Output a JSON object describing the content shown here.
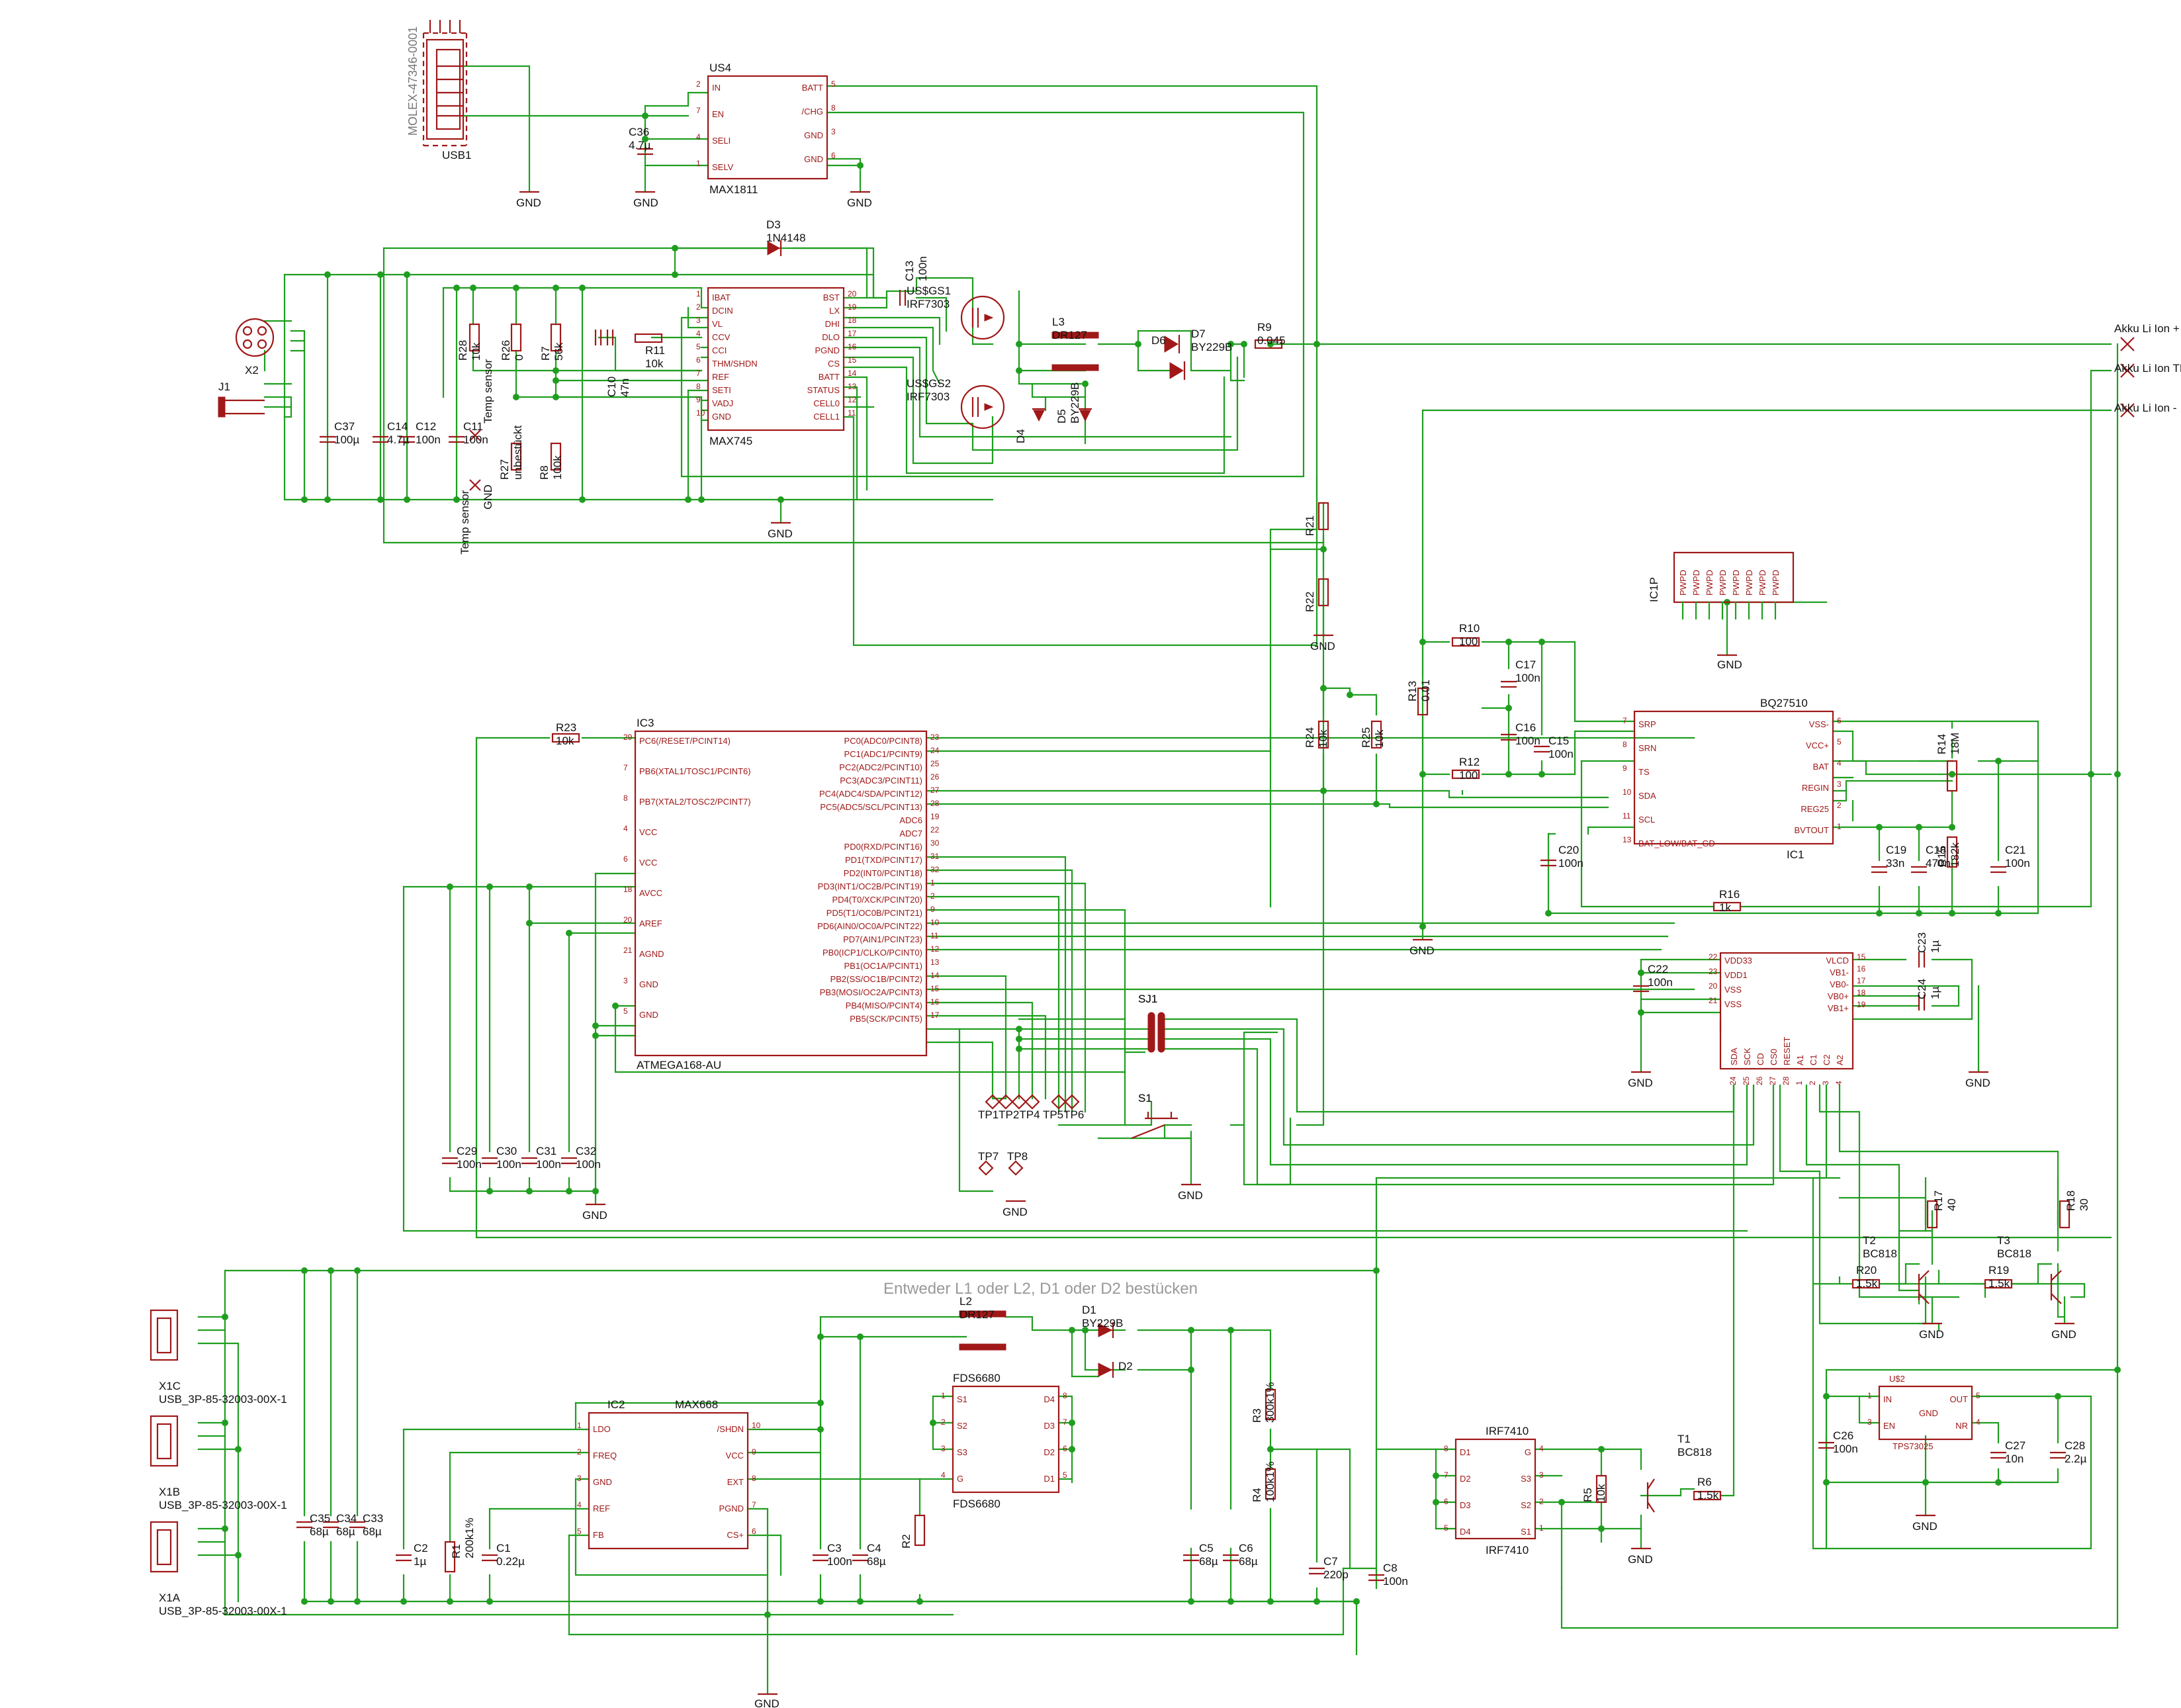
{
  "title": "",
  "note": "Entweder L1 oder L2, D1 oder D2 bestücken",
  "outputs": {
    "plus": "Akku Li Ion +",
    "temp": "Akku Li Ion TEMP",
    "minus": "Akku Li Ion -"
  },
  "chips": {
    "u4": {
      "ref": "US4",
      "part": "MAX1811",
      "left": [
        "IN",
        "EN",
        "SELI",
        "SELV"
      ],
      "lnum": [
        "2",
        "7",
        "4",
        "1"
      ],
      "right": [
        "BATT",
        "/CHG",
        "GND",
        "GND"
      ],
      "rnum": [
        "5",
        "8",
        "3",
        "6"
      ]
    },
    "max745": {
      "ref": "",
      "part": "MAX745",
      "left": [
        "IBAT",
        "DCIN",
        "VL",
        "CCV",
        "CCI",
        "THM/SHDN",
        "REF",
        "SETI",
        "VADJ",
        "GND"
      ],
      "lnum": [
        "1",
        "2",
        "3",
        "4",
        "5",
        "6",
        "7",
        "8",
        "9",
        "10"
      ],
      "right": [
        "BST",
        "LX",
        "DHI",
        "DLO",
        "PGND",
        "CS",
        "BATT",
        "STATUS",
        "CELL0",
        "CELL1"
      ],
      "rnum": [
        "20",
        "19",
        "18",
        "17",
        "16",
        "15",
        "14",
        "13",
        "12",
        "11"
      ]
    },
    "ic3": {
      "ref": "IC3",
      "part": "ATMEGA168-AU",
      "left": [
        "PC6(/RESET/PCINT14)",
        "PB6(XTAL1/TOSC1/PCINT6)",
        "PB7(XTAL2/TOSC2/PCINT7)",
        "VCC",
        "VCC",
        "AVCC",
        "AREF",
        "AGND",
        "GND",
        "GND"
      ],
      "lnum": [
        "29",
        "7",
        "8",
        "4",
        "6",
        "18",
        "20",
        "21",
        "3",
        "5"
      ],
      "right": [
        "PC0(ADC0/PCINT8)",
        "PC1(ADC1/PCINT9)",
        "PC2(ADC2/PCINT10)",
        "PC3(ADC3/PCINT11)",
        "PC4(ADC4/SDA/PCINT12)",
        "PC5(ADC5/SCL/PCINT13)",
        "ADC6",
        "ADC7",
        "PD0(RXD/PCINT16)",
        "PD1(TXD/PCINT17)",
        "PD2(INT0/PCINT18)",
        "PD3(INT1/OC2B/PCINT19)",
        "PD4(T0/XCK/PCINT20)",
        "PD5(T1/OC0B/PCINT21)",
        "PD6(AIN0/OC0A/PCINT22)",
        "PD7(AIN1/PCINT23)",
        "PB0(ICP1/CLKO/PCINT0)",
        "PB1(OC1A/PCINT1)",
        "PB2(SS/OC1B/PCINT2)",
        "PB3(MOSI/OC2A/PCINT3)",
        "PB4(MISO/PCINT4)",
        "PB5(SCK/PCINT5)"
      ],
      "rnum": [
        "23",
        "24",
        "25",
        "26",
        "27",
        "28",
        "19",
        "22",
        "30",
        "31",
        "32",
        "1",
        "2",
        "9",
        "10",
        "11",
        "12",
        "13",
        "14",
        "15",
        "16",
        "17"
      ]
    },
    "bq": {
      "ref": "IC1",
      "part": "BQ27510",
      "left": [
        "SRP",
        "SRN",
        "TS",
        "SDA",
        "SCL",
        "BAT_LOW/BAT_GD"
      ],
      "lnum": [
        "7",
        "8",
        "9",
        "10",
        "11",
        "13"
      ],
      "right": [
        "VSS-",
        "VCC+",
        "BAT",
        "REGIN",
        "REG25",
        "BVTOUT"
      ],
      "rnum": [
        "6",
        "5",
        "4",
        "3",
        "2",
        "1"
      ]
    },
    "ic1p": {
      "ref": "IC1P",
      "pins": [
        "PWPD",
        "PWPD",
        "PWPD",
        "PWPD",
        "PWPD",
        "PWPD",
        "PWPD",
        "PWPD"
      ]
    },
    "pwr": {
      "ref": "",
      "part": "",
      "left": [
        "VDD33",
        "VDD1",
        "VSS",
        "VSS"
      ],
      "lnum": [
        "22",
        "23",
        "20",
        "21"
      ],
      "right": [
        "VLCD",
        "VB1-",
        "VB0-",
        "VB0+",
        "VB1+"
      ],
      "rnum": [
        "15",
        "16",
        "17",
        "18",
        "19"
      ],
      "bottom": [
        "SDA",
        "SCK",
        "CD",
        "CS0",
        "RESET",
        "A1",
        "C1",
        "C2",
        "A2"
      ],
      "bnum": [
        "24",
        "25",
        "26",
        "27",
        "28",
        "1",
        "2",
        "3",
        "4"
      ]
    },
    "ic2": {
      "ref": "IC2",
      "part": "MAX668",
      "left": [
        "LDO",
        "FREQ",
        "GND",
        "REF",
        "FB"
      ],
      "lnum": [
        "1",
        "2",
        "3",
        "4",
        "5"
      ],
      "right": [
        "/SHDN",
        "VCC",
        "EXT",
        "PGND",
        "CS+"
      ],
      "rnum": [
        "10",
        "9",
        "8",
        "7",
        "6"
      ]
    },
    "fds": {
      "ref": "FDS6680",
      "part": "FDS6680",
      "left": [
        "S1",
        "S2",
        "S3",
        "G"
      ],
      "lnum": [
        "1",
        "2",
        "3",
        "4"
      ],
      "right": [
        "D4",
        "D3",
        "D2",
        "D1"
      ],
      "rnum": [
        "8",
        "7",
        "6",
        "5"
      ]
    },
    "irf": {
      "ref": "IRF7410",
      "part": "IRF7410",
      "left": [
        "D1",
        "D2",
        "D3",
        "D4"
      ],
      "lnum": [
        "8",
        "7",
        "6",
        "5"
      ],
      "right": [
        "G",
        "S3",
        "S2",
        "S1"
      ],
      "rnum": [
        "4",
        "3",
        "2",
        "1"
      ]
    },
    "tps": {
      "ref": "U$2",
      "part": "TPS73025",
      "left": [
        "IN",
        "EN"
      ],
      "lnum": [
        "1",
        "3"
      ],
      "right": [
        "OUT",
        "NR"
      ],
      "rnum": [
        "5",
        "4"
      ],
      "mid": "GND"
    }
  },
  "components": [
    {
      "ref": "USB1",
      "value": "MOLEX-47346-0001"
    },
    {
      "ref": "C36",
      "value": "4.7µ"
    },
    {
      "ref": "D3",
      "value": "1N4148"
    },
    {
      "ref": "C13",
      "value": "100n"
    },
    {
      "ref": "US$GS1",
      "value": "IRF7303"
    },
    {
      "ref": "US$GS2",
      "value": "IRF7303"
    },
    {
      "ref": "L3",
      "value": "DR127"
    },
    {
      "ref": "D6",
      "value": ""
    },
    {
      "ref": "D7",
      "value": "BY229B"
    },
    {
      "ref": "D4",
      "value": ""
    },
    {
      "ref": "D5",
      "value": "BY229B"
    },
    {
      "ref": "R9",
      "value": "0.045"
    },
    {
      "ref": "X2",
      "value": ""
    },
    {
      "ref": "J1",
      "value": ""
    },
    {
      "ref": "C37",
      "value": "100µ"
    },
    {
      "ref": "C14",
      "value": "4.7µ"
    },
    {
      "ref": "C12",
      "value": "100n"
    },
    {
      "ref": "C11",
      "value": "100n"
    },
    {
      "ref": "C10",
      "value": "47n"
    },
    {
      "ref": "R28",
      "value": "10k"
    },
    {
      "ref": "R26",
      "value": "0"
    },
    {
      "ref": "R7",
      "value": "56k"
    },
    {
      "ref": "R11",
      "value": "10k"
    },
    {
      "ref": "R27",
      "value": "unbestückt"
    },
    {
      "ref": "R8",
      "value": "100k"
    },
    {
      "ref": "R21",
      "value": ""
    },
    {
      "ref": "R22",
      "value": ""
    },
    {
      "ref": "R23",
      "value": "10k"
    },
    {
      "ref": "R24",
      "value": "10k"
    },
    {
      "ref": "R25",
      "value": "10k"
    },
    {
      "ref": "R13",
      "value": "0.01"
    },
    {
      "ref": "R10",
      "value": "100"
    },
    {
      "ref": "R12",
      "value": "100"
    },
    {
      "ref": "C17",
      "value": "100n"
    },
    {
      "ref": "C16",
      "value": "100n"
    },
    {
      "ref": "C15",
      "value": "100n"
    },
    {
      "ref": "C20",
      "value": "100n"
    },
    {
      "ref": "R14",
      "value": "18M"
    },
    {
      "ref": "R15",
      "value": "182k"
    },
    {
      "ref": "C19",
      "value": "33n"
    },
    {
      "ref": "C18",
      "value": "470n"
    },
    {
      "ref": "C21",
      "value": "100n"
    },
    {
      "ref": "R16",
      "value": "1k"
    },
    {
      "ref": "C22",
      "value": "100n"
    },
    {
      "ref": "C23",
      "value": "1µ"
    },
    {
      "ref": "C24",
      "value": "1µ"
    },
    {
      "ref": "SJ1",
      "value": ""
    },
    {
      "ref": "S1",
      "value": ""
    },
    {
      "ref": "C29",
      "value": "100n"
    },
    {
      "ref": "C30",
      "value": "100n"
    },
    {
      "ref": "C31",
      "value": "100n"
    },
    {
      "ref": "C32",
      "value": "100n"
    },
    {
      "ref": "T2",
      "value": "BC818"
    },
    {
      "ref": "T3",
      "value": "BC818"
    },
    {
      "ref": "R17",
      "value": "40"
    },
    {
      "ref": "R18",
      "value": "30"
    },
    {
      "ref": "R20",
      "value": "1.5k"
    },
    {
      "ref": "R19",
      "value": "1.5k"
    },
    {
      "ref": "X1C",
      "value": "USB_3P-85-32003-00X-1"
    },
    {
      "ref": "X1B",
      "value": "USB_3P-85-32003-00X-1"
    },
    {
      "ref": "X1A",
      "value": "USB_3P-85-32003-00X-1"
    },
    {
      "ref": "C35",
      "value": "68µ"
    },
    {
      "ref": "C34",
      "value": "68µ"
    },
    {
      "ref": "C33",
      "value": "68µ"
    },
    {
      "ref": "C2",
      "value": "1µ"
    },
    {
      "ref": "R1",
      "value": "200k1%"
    },
    {
      "ref": "C1",
      "value": "0.22µ"
    },
    {
      "ref": "L2",
      "value": "DR127"
    },
    {
      "ref": "D1",
      "value": "BY229B"
    },
    {
      "ref": "D2",
      "value": ""
    },
    {
      "ref": "C3",
      "value": "100n"
    },
    {
      "ref": "C4",
      "value": "68µ"
    },
    {
      "ref": "R2",
      "value": ""
    },
    {
      "ref": "R3",
      "value": "300k1%"
    },
    {
      "ref": "R4",
      "value": "100k1%"
    },
    {
      "ref": "C5",
      "value": "68µ"
    },
    {
      "ref": "C6",
      "value": "68µ"
    },
    {
      "ref": "C7",
      "value": "220p"
    },
    {
      "ref": "C8",
      "value": "100n"
    },
    {
      "ref": "R5",
      "value": "10k"
    },
    {
      "ref": "T1",
      "value": "BC818"
    },
    {
      "ref": "R6",
      "value": "1.5k"
    },
    {
      "ref": "C26",
      "value": "100n"
    },
    {
      "ref": "C27",
      "value": "10n"
    },
    {
      "ref": "C28",
      "value": "2.2µ"
    },
    {
      "ref": "TP1",
      "value": ""
    },
    {
      "ref": "TP2",
      "value": ""
    },
    {
      "ref": "TP3",
      "value": ""
    },
    {
      "ref": "TP4",
      "value": ""
    },
    {
      "ref": "TP5",
      "value": ""
    },
    {
      "ref": "TP6",
      "value": ""
    },
    {
      "ref": "TP7",
      "value": ""
    },
    {
      "ref": "TP8",
      "value": ""
    }
  ],
  "texts": {
    "gnd": "GND",
    "temp_sensor": "Temp sensor",
    "temp_sensor_gnd": "GND",
    "sj1": "SJ1",
    "s1": "S1",
    "tp_row": "TP1TP2TP4 TP5TP6",
    "tp7": "TP7",
    "tp8": "TP8"
  },
  "colors": {
    "wire": "#1f9e1f",
    "part": "#a01818",
    "text": "#111111",
    "note": "#999999",
    "background": "#ffffff"
  }
}
